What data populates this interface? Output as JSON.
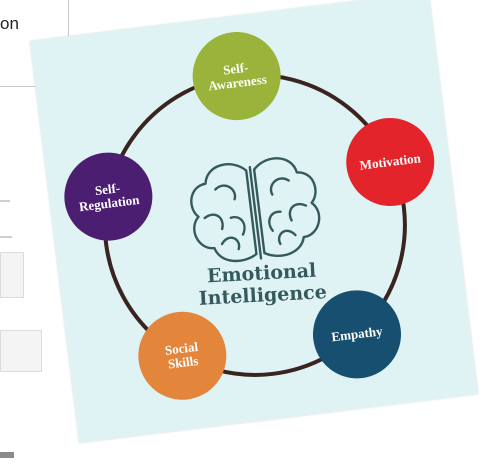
{
  "background": {
    "partial_word": "on"
  },
  "diagram": {
    "title_line1": "Emotional",
    "title_line2": "Intelligence",
    "nodes": [
      {
        "label": "Self-\nAwareness",
        "color": "#9ab33a"
      },
      {
        "label": "Motivation",
        "color": "#e3242b"
      },
      {
        "label": "Empathy",
        "color": "#174f70"
      },
      {
        "label": "Social\nSkills",
        "color": "#e3863c"
      },
      {
        "label": "Self-\nRegulation",
        "color": "#4b1e72"
      }
    ],
    "ring_color": "#3a2420",
    "card_color": "#e0f3f4",
    "brain_icon": "brain-icon"
  }
}
